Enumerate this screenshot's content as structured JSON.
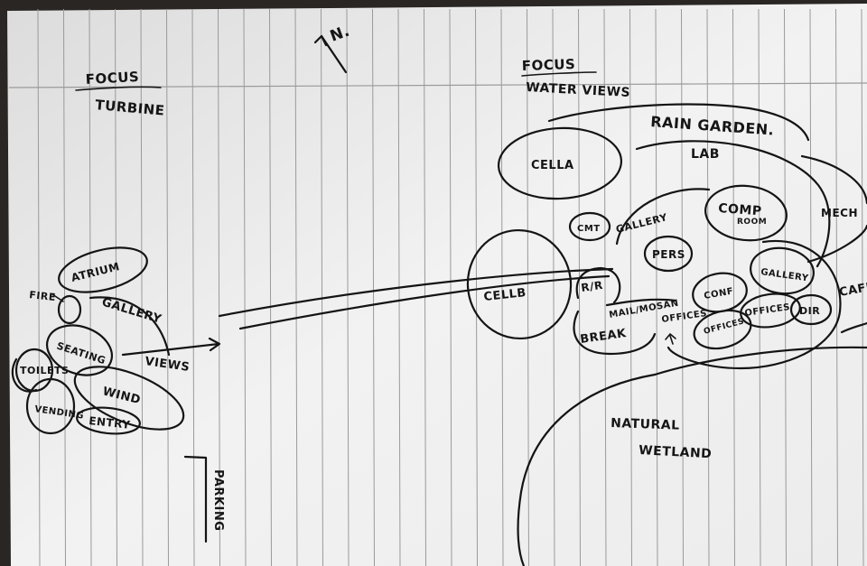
{
  "labels": {
    "north": "N.",
    "left_focus_title": "FOCUS",
    "left_focus_subject": "TURBINE",
    "right_focus_title": "FOCUS",
    "right_focus_subject": "WATER VIEWS",
    "rain_garden": "RAIN GARDEN.",
    "lab": "LAB",
    "cella": "CELLA",
    "comp_room_1": "COMP",
    "comp_room_2": "ROOM",
    "mech": "MECH",
    "cmt": "CMT",
    "gallery_right": "GALLERY",
    "pers": "PERS",
    "cellb": "CELLB",
    "rr": "R/R",
    "gallery_east": "GALLERY",
    "conf": "CONF",
    "mail_mosan": "MAIL/MOSAN",
    "offices_1": "OFFICES",
    "offices_2": "OFFICES",
    "offices_3": "OFFICES",
    "dir": "DIR",
    "cafe_partial": "CAFE",
    "break": "BREAK",
    "natural": "NATURAL",
    "wetland": "WETLAND",
    "atrium_left": "ATRIUM",
    "fire": "FIRE",
    "gallery_left": "GALLERY",
    "seating": "SEATING",
    "toilets": "TOILETS",
    "views": "VIEWS",
    "wind": "WIND",
    "vending": "VENDING",
    "entry": "ENTRY",
    "parking": "PARKING"
  }
}
